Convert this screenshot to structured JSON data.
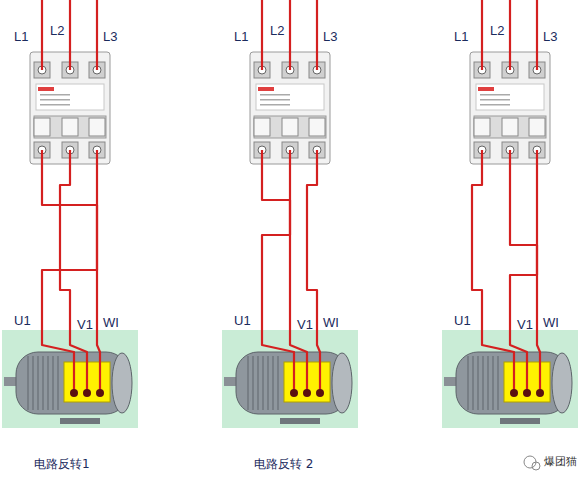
{
  "diagram": {
    "labels": [
      "L1",
      "L2",
      "L3",
      "U1",
      "V1",
      "WI",
      "L1",
      "L2",
      "L3",
      "U1",
      "V1",
      "WI",
      "L1",
      "L2",
      "L3",
      "U1",
      "V1",
      "WI",
      "电路反转1",
      "电路反转 2",
      "爆团猫"
    ]
  }
}
